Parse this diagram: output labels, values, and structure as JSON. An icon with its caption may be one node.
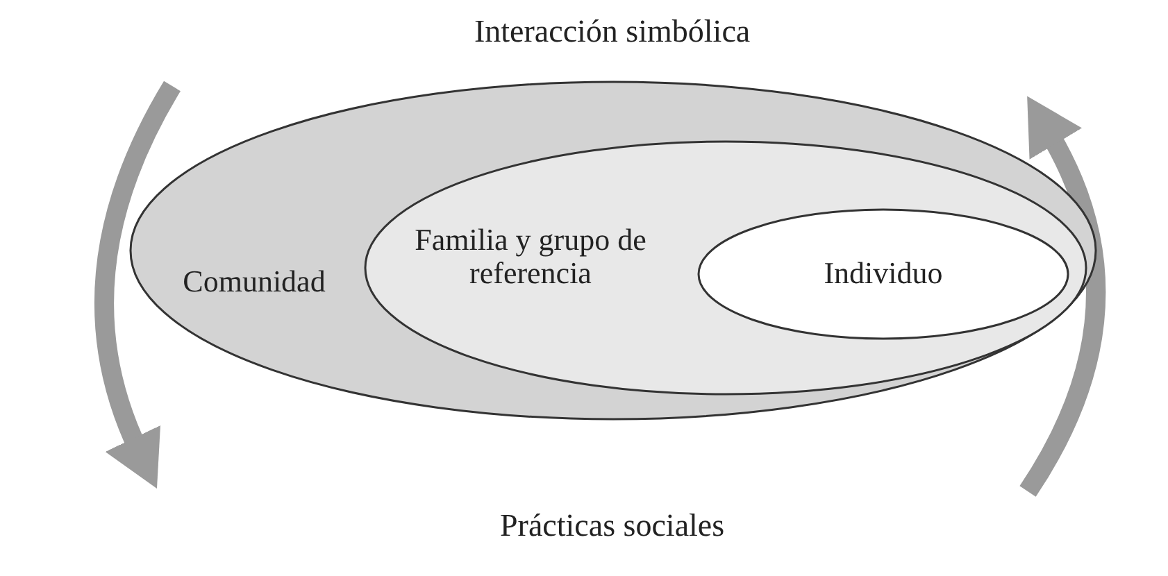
{
  "diagram": {
    "nodes": [
      {
        "text": [
          "Comunidad"
        ]
      },
      {
        "text": [
          "Familia y grupo de referencia"
        ],
        "in": 0
      },
      {
        "text": [
          "Individuo"
        ],
        "in": 1
      }
    ],
    "labels": [
      "Interacción simbólica",
      "Prácticas sociales"
    ]
  }
}
